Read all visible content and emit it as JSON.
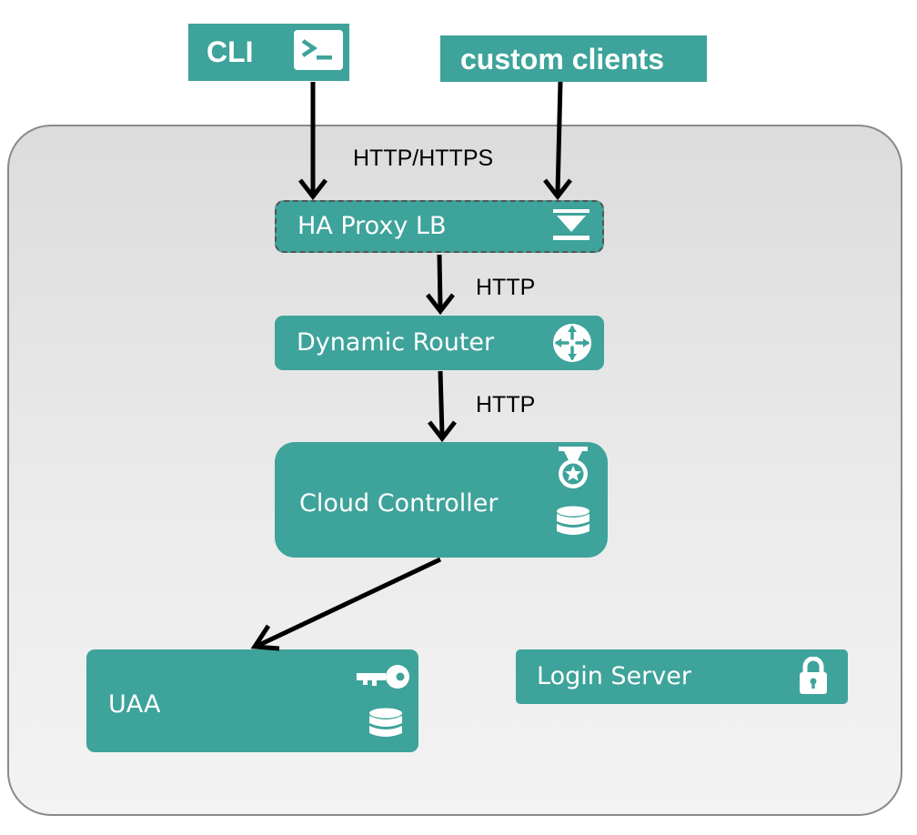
{
  "nodes": {
    "cli": {
      "label": "CLI"
    },
    "custom_clients": {
      "label": "custom clients"
    },
    "ha_proxy": {
      "label": "HA Proxy LB"
    },
    "dynamic_router": {
      "label": "Dynamic Router"
    },
    "cloud_controller": {
      "label": "Cloud Controller"
    },
    "uaa": {
      "label": "UAA"
    },
    "login_server": {
      "label": "Login Server"
    }
  },
  "edges": {
    "clients_to_proxy": {
      "label": "HTTP/HTTPS"
    },
    "proxy_to_router": {
      "label": "HTTP"
    },
    "router_to_controller": {
      "label": "HTTP"
    },
    "controller_to_uaa": {
      "label": ""
    }
  },
  "icons": {
    "cli": "terminal-icon",
    "ha_proxy": "load-balancer-icon",
    "dynamic_router": "router-icon",
    "cloud_controller": [
      "medal-icon",
      "database-icon"
    ],
    "uaa": [
      "key-icon",
      "database-icon"
    ],
    "login_server": "lock-icon"
  },
  "colors": {
    "node_fill": "#3ea39a",
    "region_border": "#8a8a8a",
    "arrow": "#000000"
  }
}
